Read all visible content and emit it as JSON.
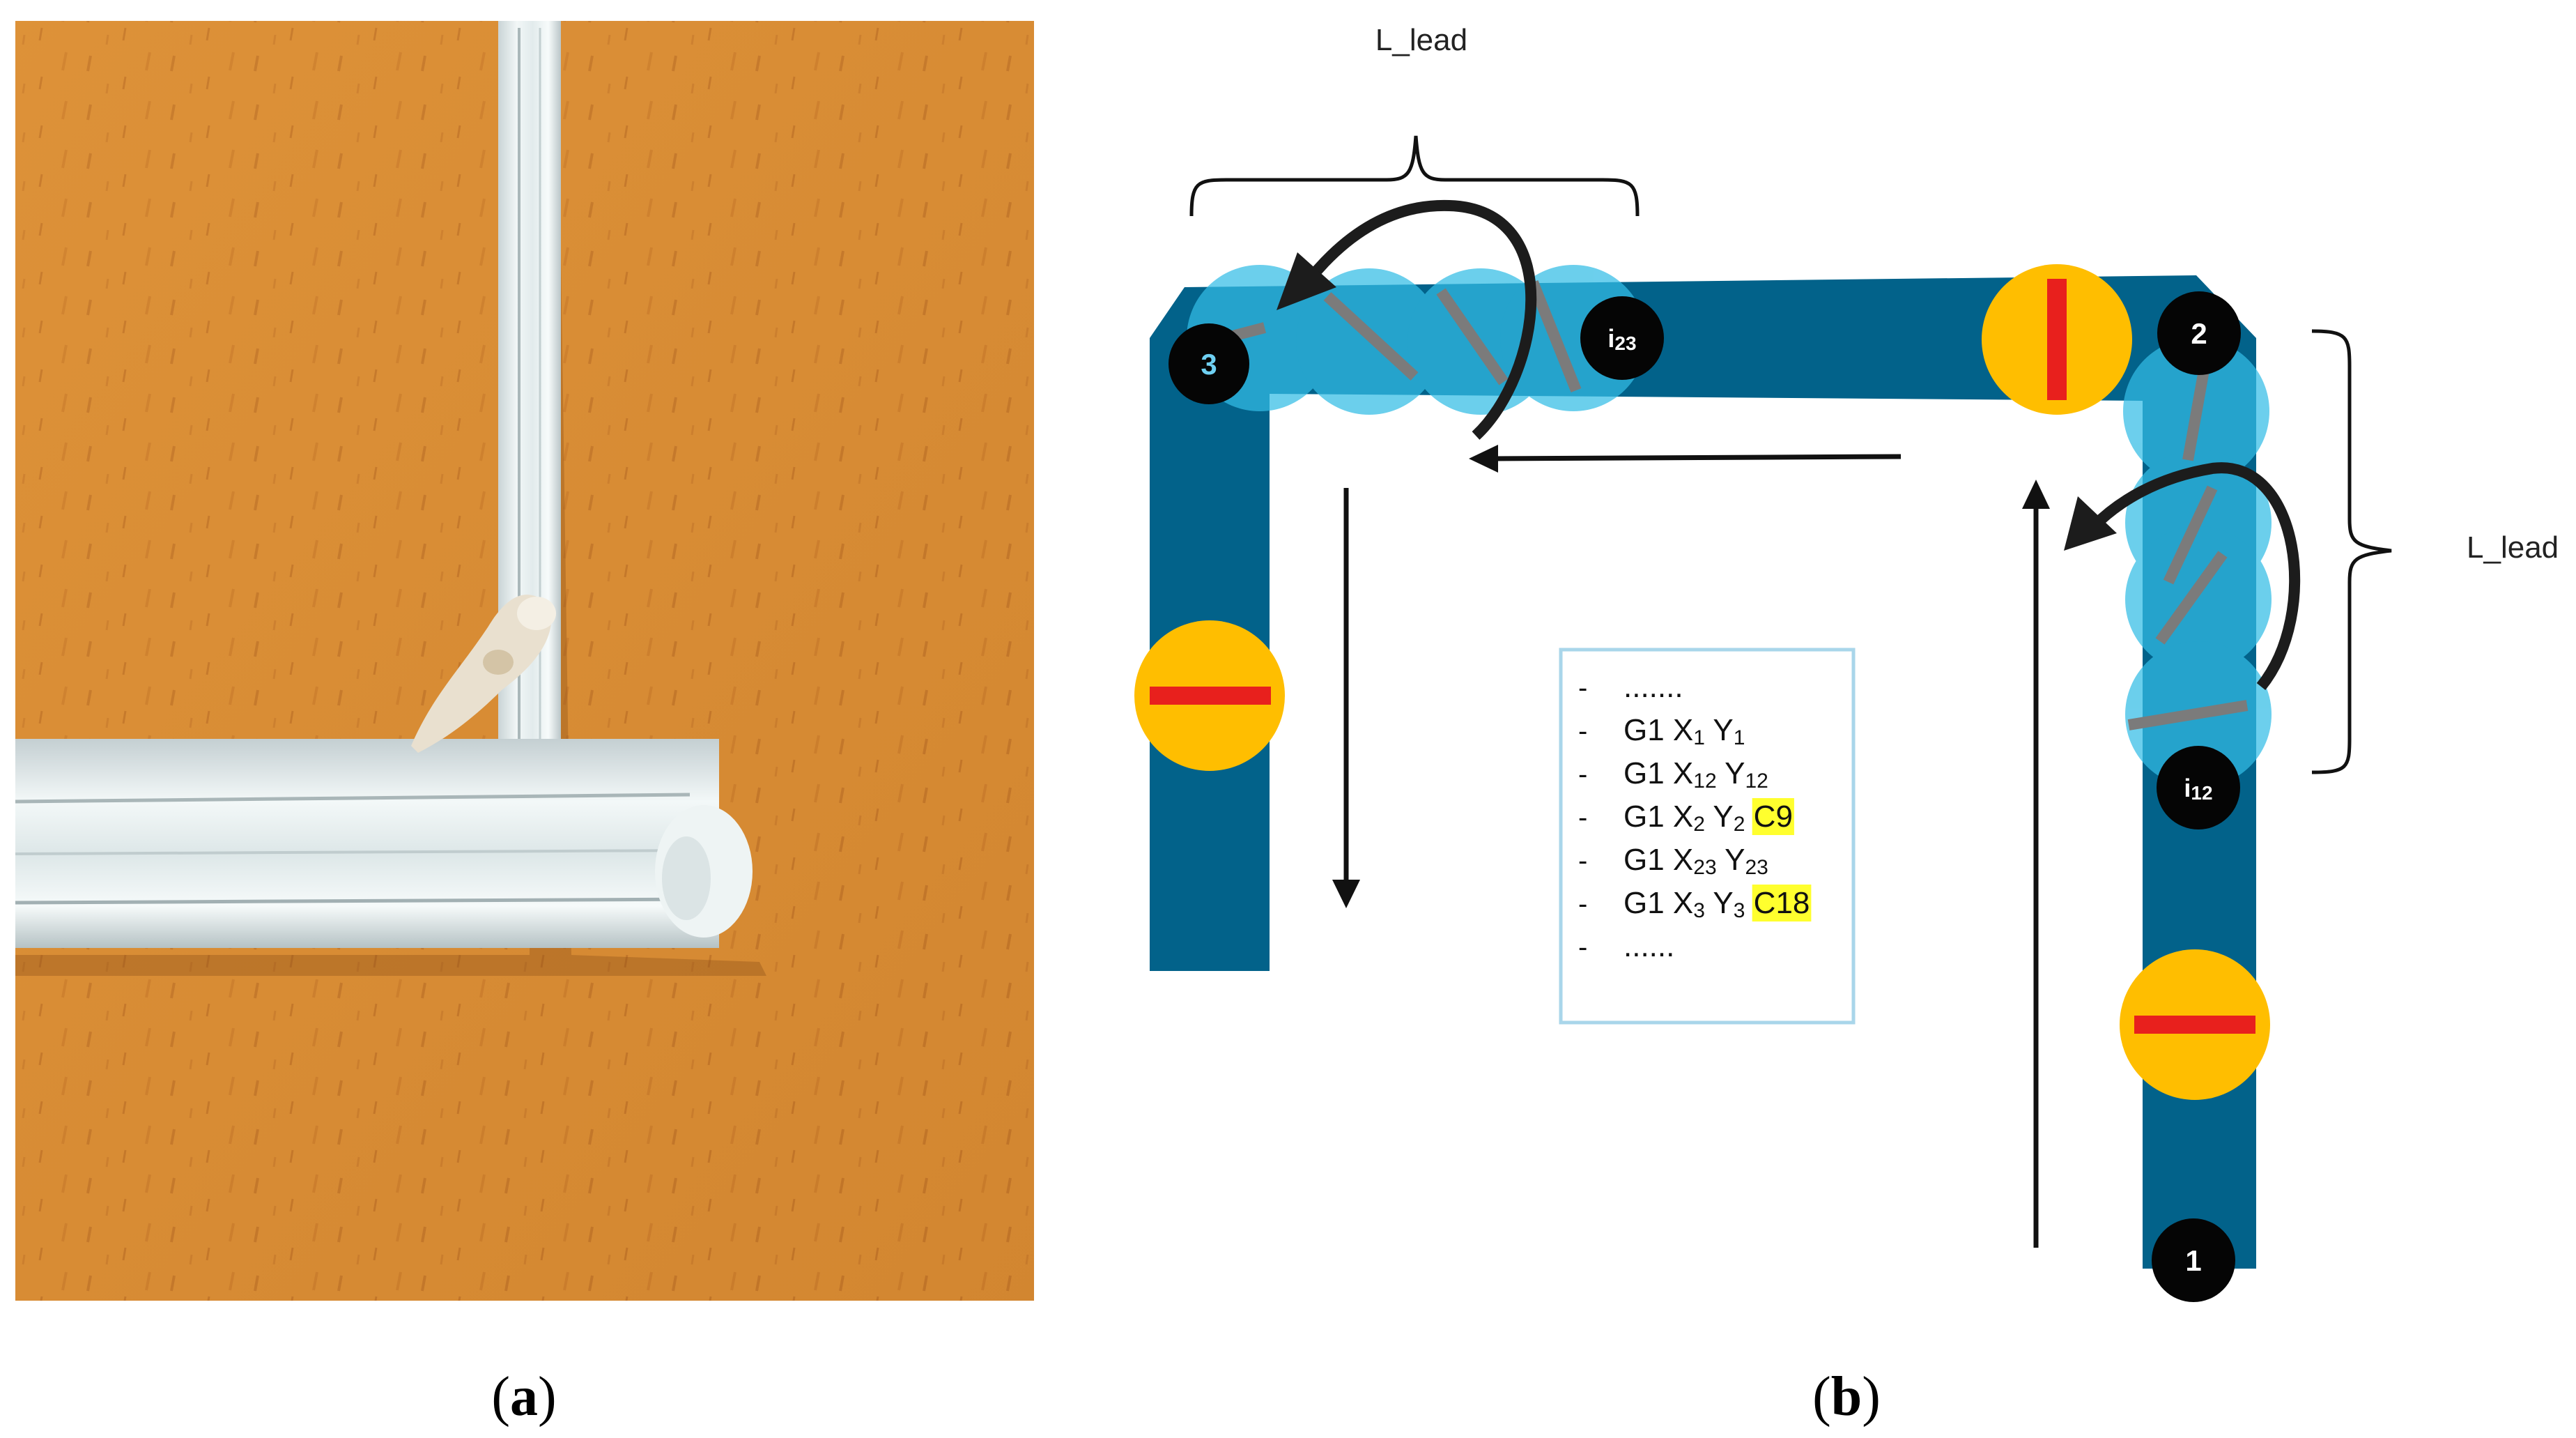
{
  "panel_a": {
    "caption_letter": "a"
  },
  "panel_b": {
    "caption_letter": "b",
    "lead_label_top": "L_lead",
    "lead_label_right": "L_lead",
    "point_labels": {
      "p1": "1",
      "p2": "2",
      "p3": "3",
      "i12": {
        "base": "i",
        "sub": "12"
      },
      "i23": {
        "base": "i",
        "sub": "23"
      }
    },
    "code_lines": [
      {
        "dash": "-",
        "parts": [
          {
            "t": "......."
          }
        ]
      },
      {
        "dash": "-",
        "parts": [
          {
            "t": "G1 X"
          },
          {
            "t": "1",
            "sub": true
          },
          {
            "t": " Y"
          },
          {
            "t": "1",
            "sub": true
          }
        ]
      },
      {
        "dash": "-",
        "parts": [
          {
            "t": "G1 X"
          },
          {
            "t": "12",
            "sub": true
          },
          {
            "t": " Y"
          },
          {
            "t": "12",
            "sub": true
          }
        ]
      },
      {
        "dash": "-",
        "parts": [
          {
            "t": "G1 X"
          },
          {
            "t": "2",
            "sub": true
          },
          {
            "t": " Y"
          },
          {
            "t": "2",
            "sub": true
          },
          {
            "t": " "
          },
          {
            "t": "C9",
            "hl": true
          }
        ]
      },
      {
        "dash": "-",
        "parts": [
          {
            "t": "G1 X"
          },
          {
            "t": "23",
            "sub": true
          },
          {
            "t": " Y"
          },
          {
            "t": "23",
            "sub": true
          }
        ]
      },
      {
        "dash": "-",
        "parts": [
          {
            "t": "G1 X"
          },
          {
            "t": "3",
            "sub": true
          },
          {
            "t": " Y"
          },
          {
            "t": "3",
            "sub": true
          },
          {
            "t": " "
          },
          {
            "t": "C18",
            "hl": true
          }
        ]
      },
      {
        "dash": "-",
        "parts": [
          {
            "t": "......"
          }
        ]
      }
    ],
    "colors": {
      "track": "#02628a",
      "nozzle": "#33bde6",
      "sign": "#ffbe00",
      "sign_bar": "#e8201d",
      "highlight": "#ffff2e"
    }
  }
}
